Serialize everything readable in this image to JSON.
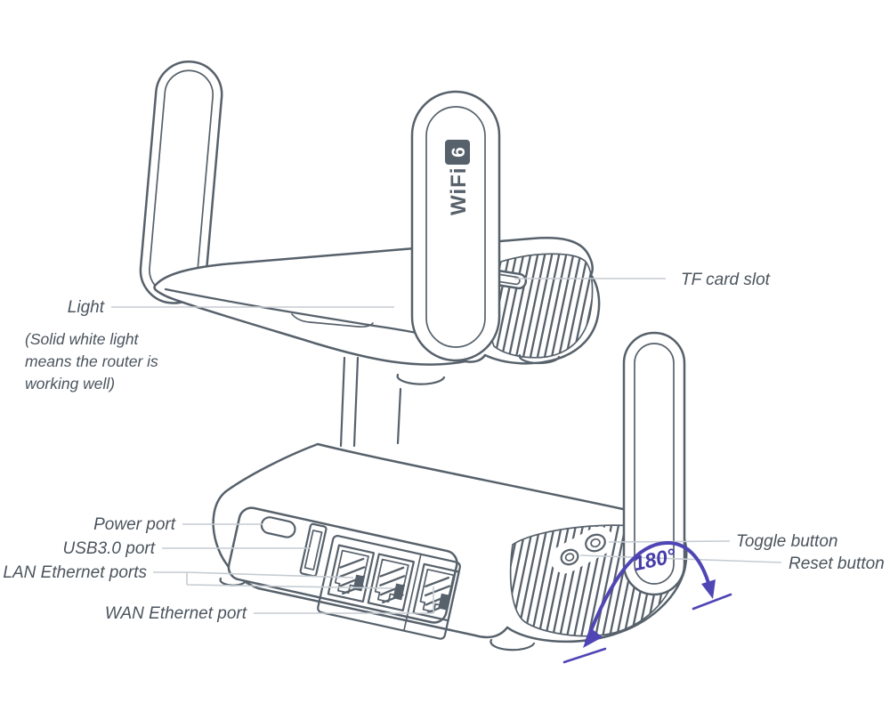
{
  "device": "wifi6-travel-router-diagram",
  "colors": {
    "line": "#57616B",
    "leader": "#C5CCD2",
    "text": "#4B545E",
    "accent": "#4F45B4"
  },
  "antenna_badge": {
    "text": "WiFi",
    "standard": "6"
  },
  "labels": {
    "light": "Light",
    "light_note": [
      "(Solid white light",
      "means the router is",
      "working well)"
    ],
    "tf_card": "TF card slot",
    "power": "Power port",
    "usb": "USB3.0 port",
    "lan": "LAN Ethernet ports",
    "wan": "WAN Ethernet port",
    "toggle": "Toggle button",
    "reset": "Reset button",
    "rotation_angle": "180°"
  }
}
